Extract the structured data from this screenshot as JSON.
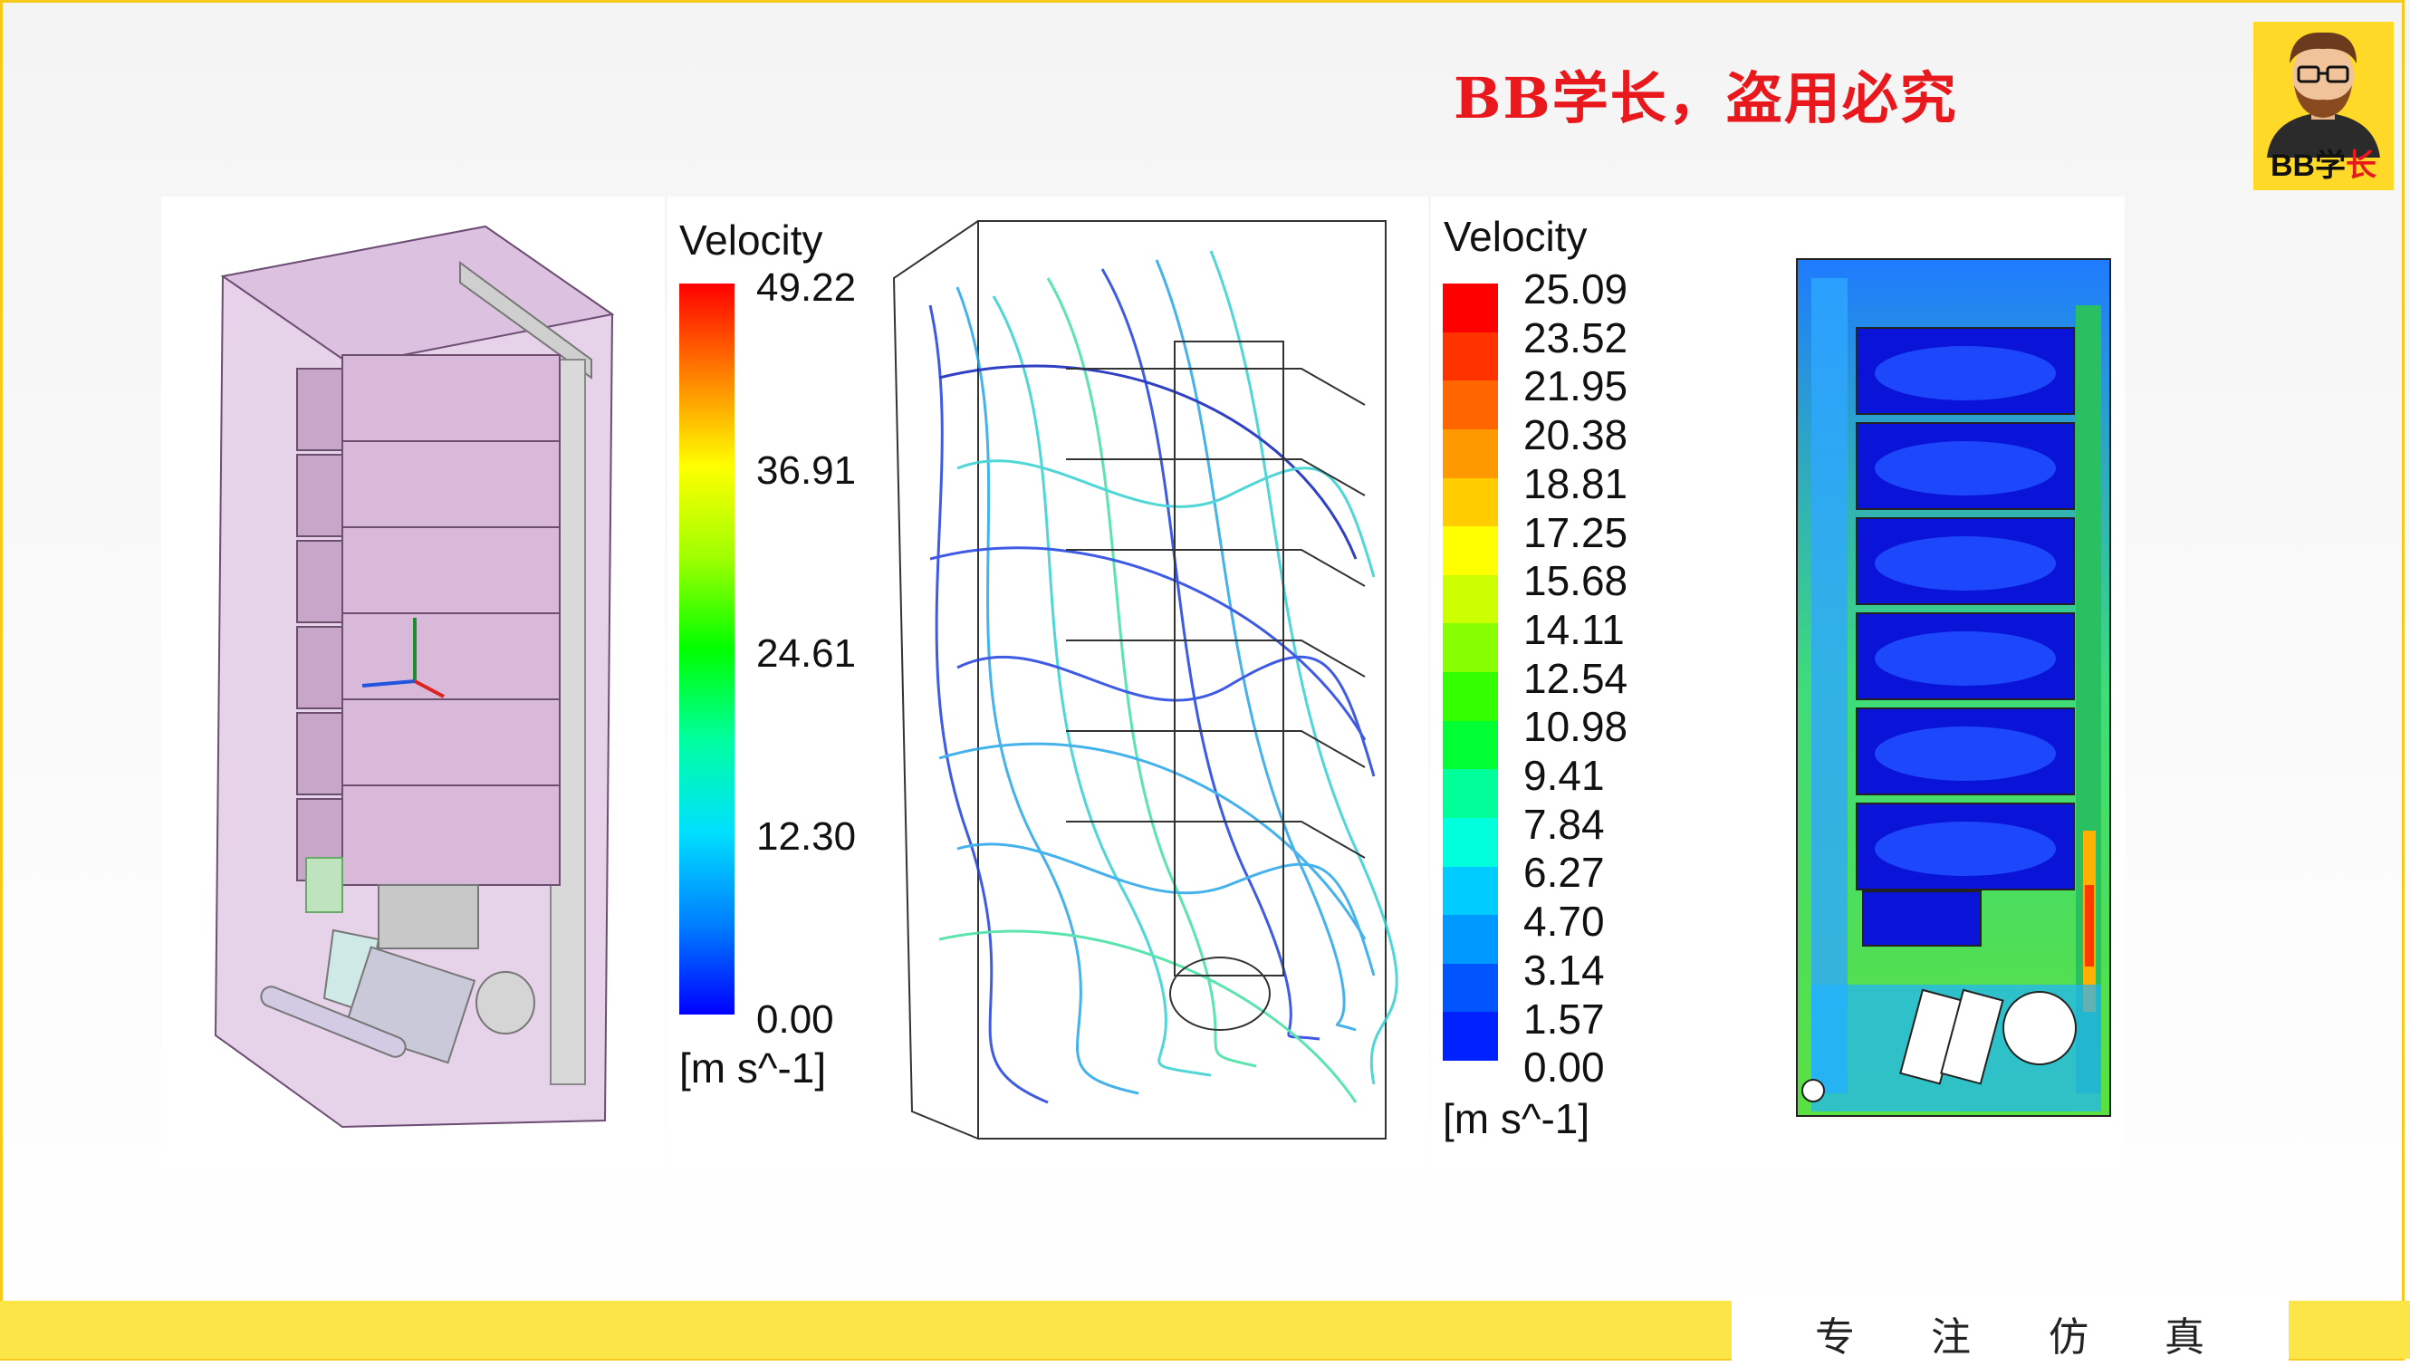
{
  "watermark": "BB学长，盗用必究",
  "logo": {
    "prefix": "BB学",
    "accent": "长"
  },
  "legend1": {
    "title": "Velocity",
    "ticks": [
      "49.22",
      "36.91",
      "24.61",
      "12.30",
      "0.00"
    ],
    "unit": "[m s^-1]"
  },
  "legend2": {
    "title": "Velocity",
    "ticks": [
      "25.09",
      "23.52",
      "21.95",
      "20.38",
      "18.81",
      "17.25",
      "15.68",
      "14.11",
      "12.54",
      "10.98",
      "9.41",
      "7.84",
      "6.27",
      "4.70",
      "3.14",
      "1.57",
      "0.00"
    ],
    "unit": "[m s^-1]"
  },
  "footer": {
    "chars": [
      "专",
      "注",
      "仿",
      "真"
    ]
  },
  "colors": {
    "accent_yellow": "#fce647",
    "frame": "#f7c91c",
    "watermark_red": "#e8181d"
  }
}
